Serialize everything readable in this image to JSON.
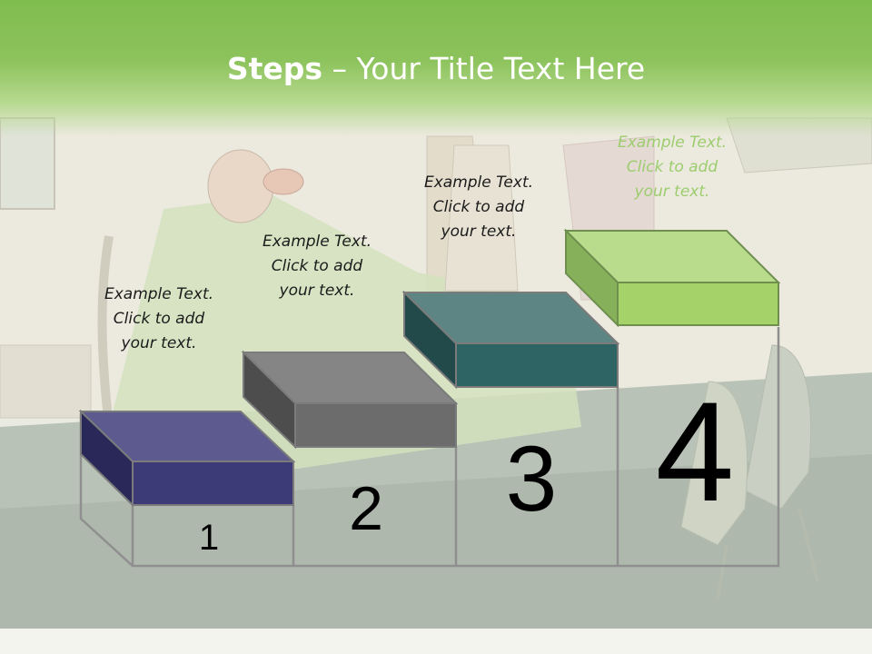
{
  "slide": {
    "title_strong": "Steps",
    "title_rest": " – Your Title Text Here",
    "colors": {
      "title_band": "#80bd4f",
      "step1": "#3d3a78",
      "step2": "#6c6c6c",
      "step3": "#2f6464",
      "step4": "#a5d36a"
    }
  },
  "steps": [
    {
      "number": "1",
      "text": [
        "Example Text.",
        "Click  to add",
        "your text."
      ]
    },
    {
      "number": "2",
      "text": [
        "Example Text.",
        "Click  to add",
        "your text."
      ]
    },
    {
      "number": "3",
      "text": [
        "Example Text.",
        "Click  to add",
        "your text."
      ]
    },
    {
      "number": "4",
      "text": [
        "Example Text.",
        "Click  to add",
        "your text."
      ]
    }
  ]
}
